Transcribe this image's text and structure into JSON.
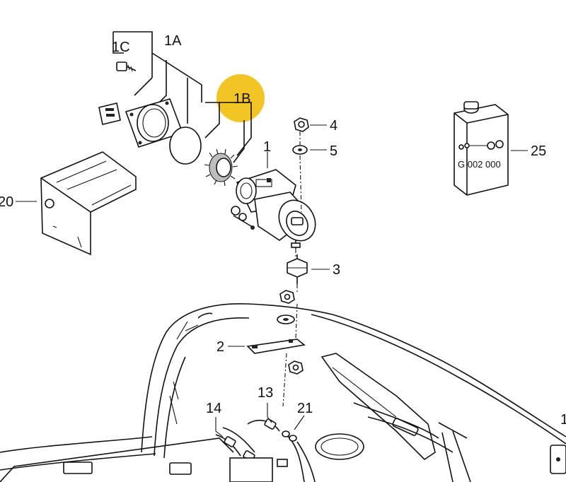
{
  "labels": {
    "l1C": "1C",
    "l1A": "1A",
    "l1B": "1B",
    "l1": "1",
    "l2": "2",
    "l3": "3",
    "l4": "4",
    "l5": "5",
    "l13": "13",
    "l14": "14",
    "l20": "20",
    "l21": "21",
    "l25": "25",
    "l1_edge": "1"
  },
  "can_text": "G 002 000",
  "highlight_color": "#f2c424"
}
